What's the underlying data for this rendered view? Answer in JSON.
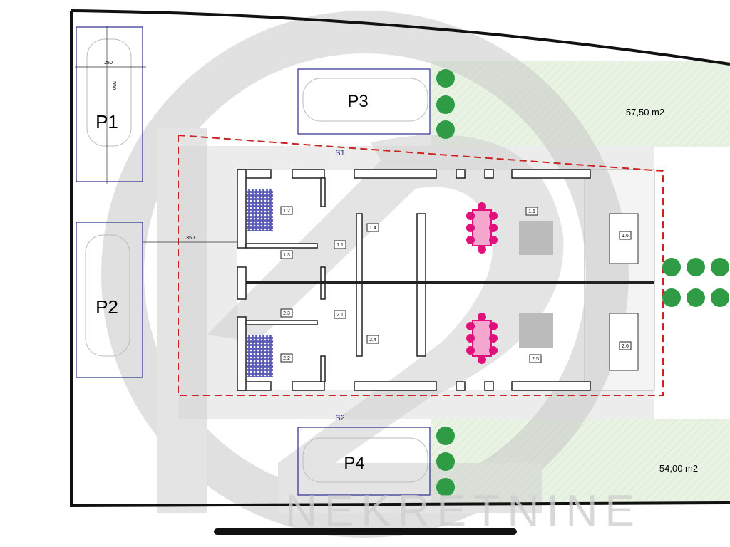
{
  "parking": {
    "p1": "P1",
    "p2": "P2",
    "p3": "P3",
    "p4": "P4",
    "dim_width": "250",
    "dim_length": "550",
    "dim_offset": "350"
  },
  "gardens": {
    "top_area": "57,50 m2",
    "bottom_area": "54,00 m2"
  },
  "entrances": {
    "s1": "S1",
    "s2": "S2"
  },
  "rooms": {
    "r11": "1.1",
    "r12": "1.2",
    "r13": "1.3",
    "r14": "1.4",
    "r15": "1.5",
    "r16": "1.6",
    "r21": "2.1",
    "r22": "2.2",
    "r23": "2.3",
    "r24": "2.4",
    "r25": "2.5",
    "r26": "2.6"
  },
  "watermark": {
    "text": "NEKRETNINE",
    "logo": "K2"
  },
  "colors": {
    "garden": "#e8f3e4",
    "lot_line": "#111111",
    "parking_border": "#2b2b8c",
    "boundary_dashed": "#cc2222",
    "dining": "#e0117a",
    "watermark": "#d3d3d3"
  }
}
